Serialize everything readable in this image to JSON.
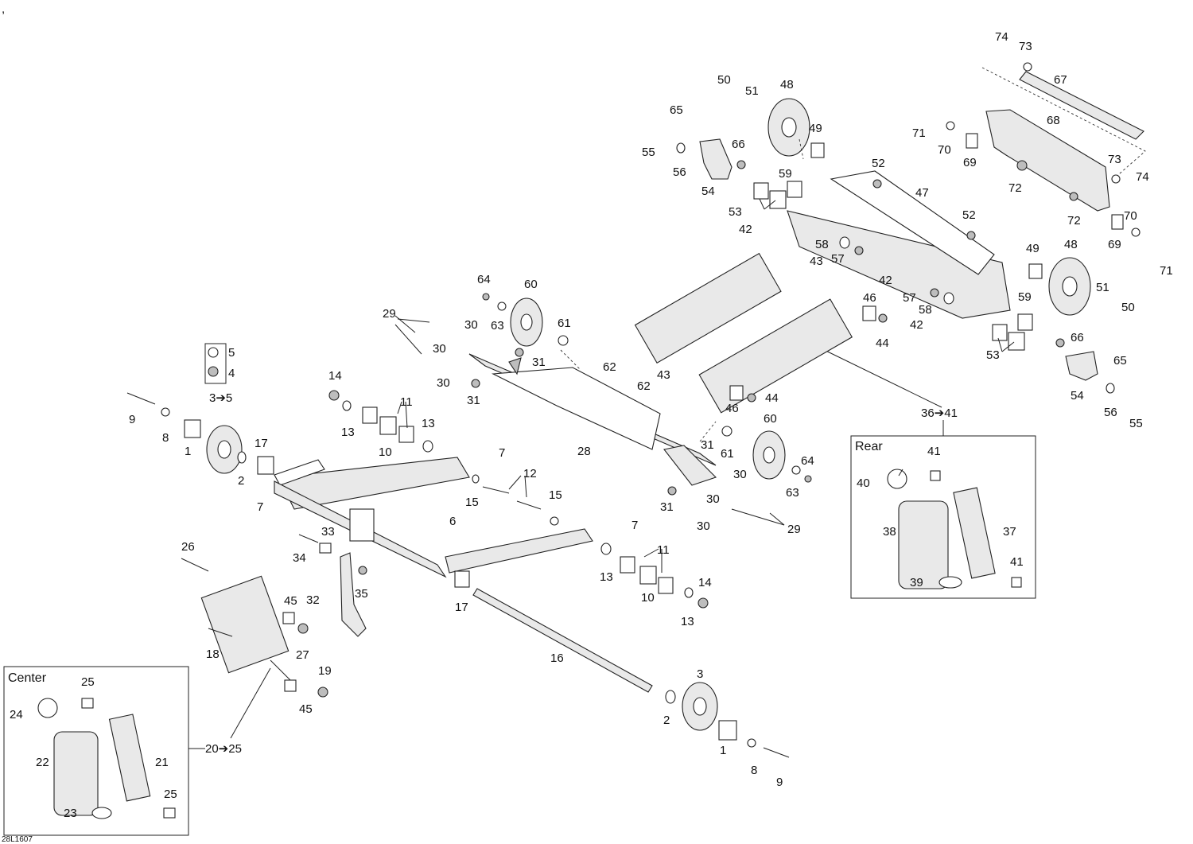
{
  "meta": {
    "corner_mark": ",",
    "drawing_code": "28L1607"
  },
  "boxes": {
    "center_title": "Center",
    "rear_title": "Rear"
  },
  "ranges": {
    "center": "20➔25",
    "rear": "36➔41",
    "wheel": "3➔5"
  },
  "callouts": {
    "n1": "1",
    "n2": "2",
    "n3": "3",
    "n4": "4",
    "n5": "5",
    "n6": "6",
    "n7": "7",
    "n8": "8",
    "n9": "9",
    "n10": "10",
    "n11": "11",
    "n12": "12",
    "n13": "13",
    "n14": "14",
    "n15": "15",
    "n16": "16",
    "n17": "17",
    "n18": "18",
    "n19": "19",
    "n21": "21",
    "n22": "22",
    "n23": "23",
    "n24": "24",
    "n25": "25",
    "n26": "26",
    "n27": "27",
    "n28": "28",
    "n29": "29",
    "n30": "30",
    "n31": "31",
    "n32": "32",
    "n33": "33",
    "n34": "34",
    "n35": "35",
    "n37": "37",
    "n38": "38",
    "n39": "39",
    "n40": "40",
    "n41": "41",
    "n42": "42",
    "n43": "43",
    "n44": "44",
    "n45": "45",
    "n46": "46",
    "n47": "47",
    "n48": "48",
    "n49": "49",
    "n50": "50",
    "n51": "51",
    "n52": "52",
    "n53": "53",
    "n54": "54",
    "n55": "55",
    "n56": "56",
    "n57": "57",
    "n58": "58",
    "n59": "59",
    "n60": "60",
    "n61": "61",
    "n62": "62",
    "n63": "63",
    "n64": "64",
    "n65": "65",
    "n66": "66",
    "n67": "67",
    "n68": "68",
    "n69": "69",
    "n70": "70",
    "n71": "71",
    "n72": "72",
    "n73": "73",
    "n74": "74"
  }
}
